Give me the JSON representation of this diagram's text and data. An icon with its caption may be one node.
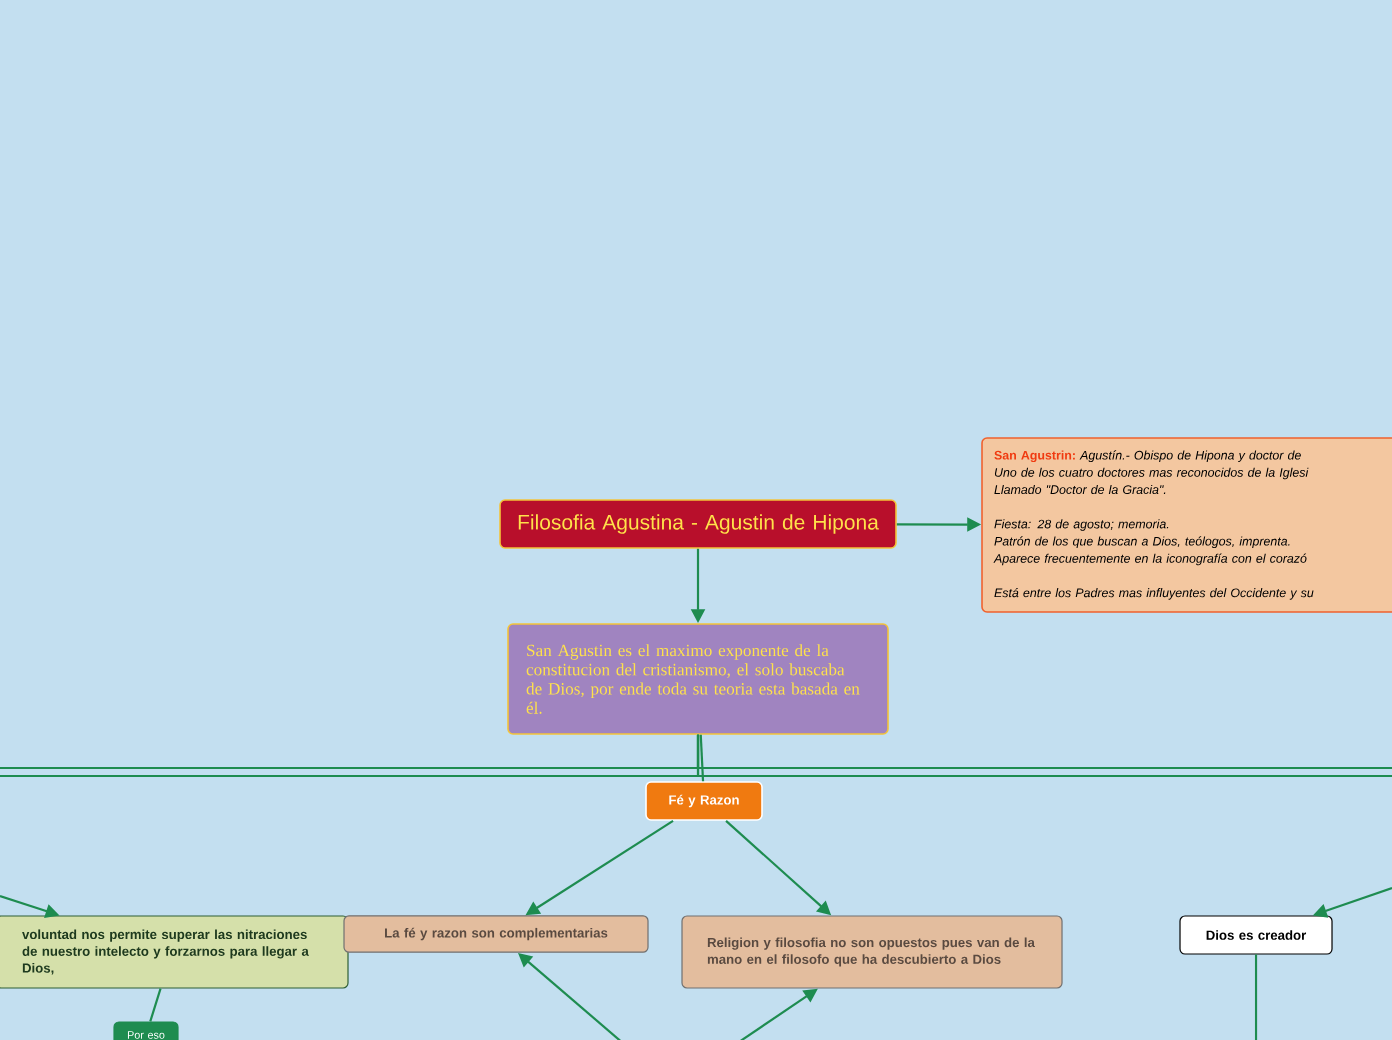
{
  "diagram": {
    "nodes": [
      {
        "text": [
          "Filosofia Agustina - Agustin de Hipona"
        ]
      },
      {
        "text": [
          "San Agustrin:",
          "Agustín.- Obispo de Hipona y doctor de",
          "Uno de los cuatro doctores mas reconocidos de la Iglesi",
          "Llamado \"Doctor de la Gracia\".",
          "Fiesta: 28 de agosto; memoria.",
          "Patrón de los que buscan a Dios, teólogos, imprenta.",
          "Aparece frecuentemente en la iconografía con el corazó",
          "Está entre los Padres mas influyentes del Occidente y su"
        ]
      },
      {
        "text": [
          "San Agustin es el maximo exponente de la constitucion del cristianismo, el solo buscaba de Dios, por ende toda su teoria esta basada en él."
        ]
      },
      {
        "text": [
          "Fé y Razon"
        ]
      },
      {
        "text": [
          "voluntad nos permite superar las nitraciones de nuestro intelecto y forzarnos para llegar a Dios,"
        ]
      },
      {
        "text": [
          "Por eso"
        ]
      },
      {
        "text": [
          "La fé y razon son complementarias"
        ]
      },
      {
        "text": [
          "Religion y filosofia no son opuestos pues van de la mano en el filosofo que ha descubierto a Dios"
        ]
      },
      {
        "text": [
          "Dios es creador"
        ]
      }
    ],
    "edges": [
      {
        "from": 0,
        "to": 1,
        "arrow": "to"
      },
      {
        "from": 0,
        "to": 2,
        "arrow": "to"
      },
      {
        "from": 2,
        "to": 3,
        "arrow": "none"
      },
      {
        "from": 2,
        "to": null,
        "arrow": "none"
      },
      {
        "from": 2,
        "to": null,
        "arrow": "none"
      },
      {
        "from": 2,
        "to": null,
        "arrow": "none"
      },
      {
        "from": 2,
        "to": null,
        "arrow": "none"
      },
      {
        "from": 3,
        "to": 6,
        "arrow": "to"
      },
      {
        "from": 3,
        "to": 7,
        "arrow": "to"
      },
      {
        "from": null,
        "to": 4,
        "arrow": "to"
      },
      {
        "from": 4,
        "to": 5,
        "arrow": "none"
      },
      {
        "from": null,
        "to": 6,
        "arrow": "to"
      },
      {
        "from": null,
        "to": 7,
        "arrow": "to"
      },
      {
        "from": null,
        "to": 8,
        "arrow": "to"
      },
      {
        "from": 8,
        "to": null,
        "arrow": "none"
      }
    ]
  }
}
